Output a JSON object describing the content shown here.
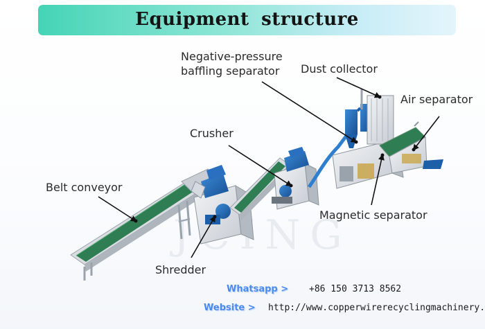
{
  "title": "Equipment  structure",
  "watermark": "JCING",
  "components": {
    "negative_pressure": "Negative-pressure\nbaffling separator",
    "dust_collector": "Dust collector",
    "air_separator": "Air separator",
    "crusher": "Crusher",
    "belt_conveyor": "Belt conveyor",
    "magnetic_separator": "Magnetic separator",
    "shredder": "Shredder"
  },
  "contact": {
    "whatsapp_label": "Whatsapp >",
    "whatsapp_value": "+86 150 3713 8562",
    "website_label": "Website >",
    "website_value": "http://www.copperwirerecyclingmachinery.com"
  },
  "colors": {
    "banner_start": "#45d4b6",
    "banner_end": "#e4f5fb",
    "belt": "#2f7d52",
    "frame": "#d8dde3",
    "blue_parts": "#1c5fa8",
    "contact_label": "#4a8af0"
  }
}
